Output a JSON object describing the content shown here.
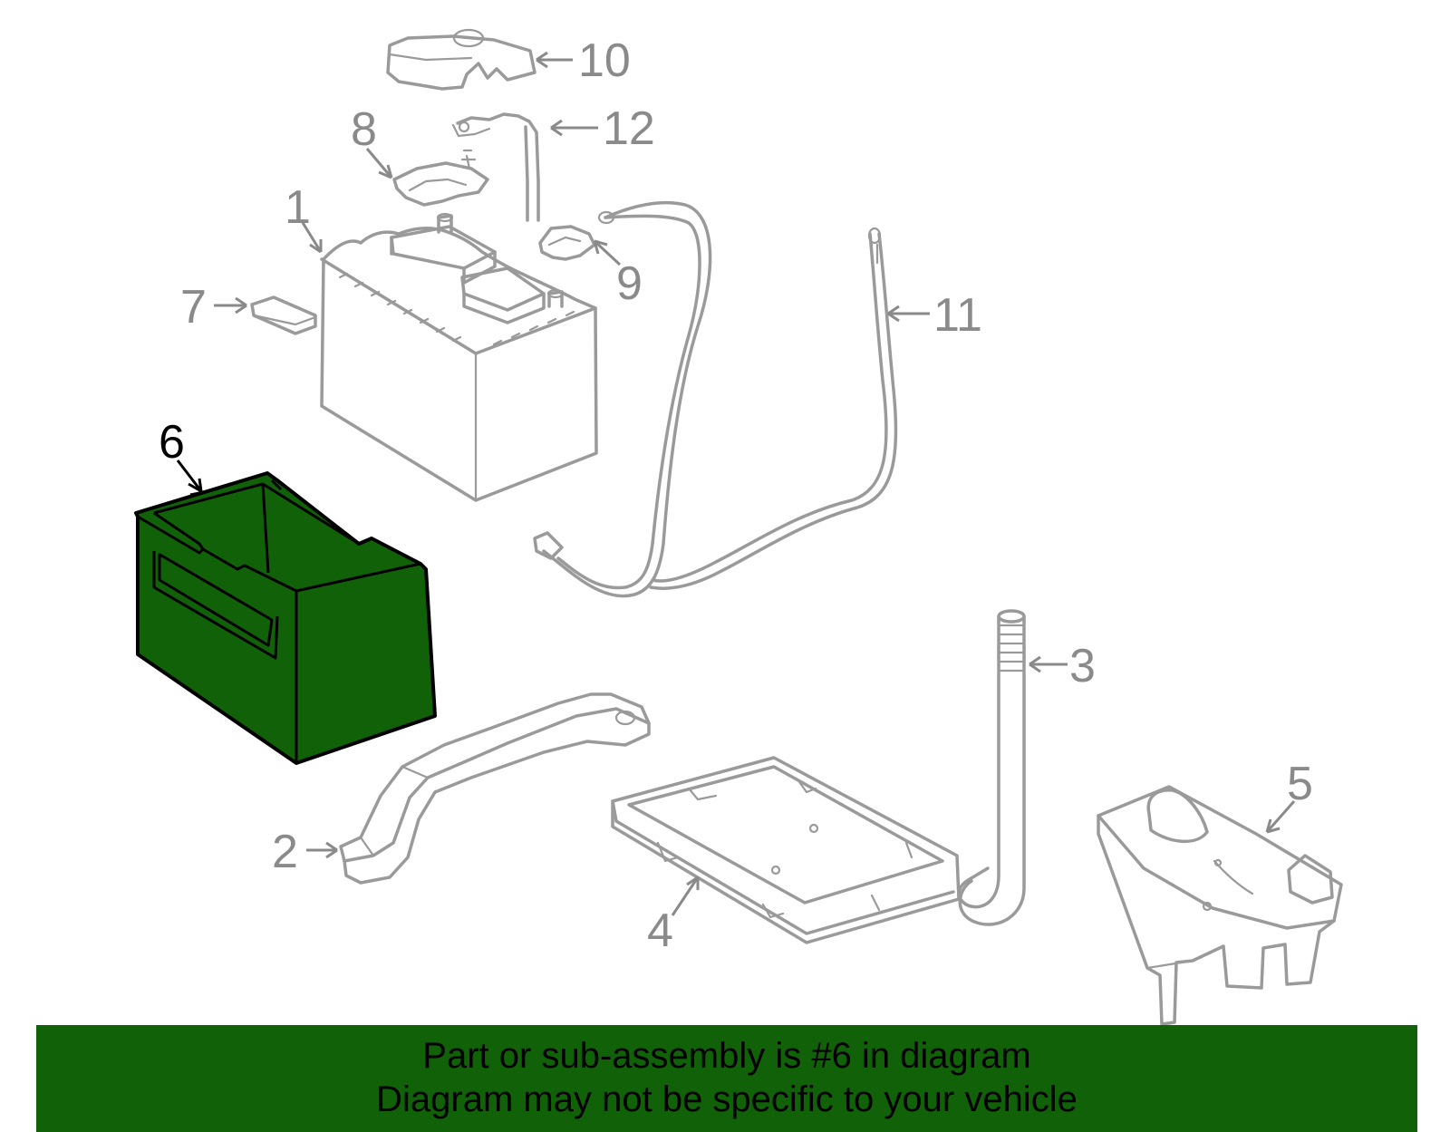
{
  "highlight": {
    "part_number": "6",
    "fill_color": "#116108",
    "outline_color": "#000000"
  },
  "callouts": {
    "p1": "1",
    "p2": "2",
    "p3": "3",
    "p4": "4",
    "p5": "5",
    "p6": "6",
    "p7": "7",
    "p8": "8",
    "p9": "9",
    "p10": "10",
    "p11": "11",
    "p12": "12"
  },
  "line_color": "#9a9a9a",
  "banner": {
    "line1": "Part or sub-assembly is #6 in diagram",
    "line2": "Diagram may not be specific to your vehicle",
    "background": "#116108"
  }
}
